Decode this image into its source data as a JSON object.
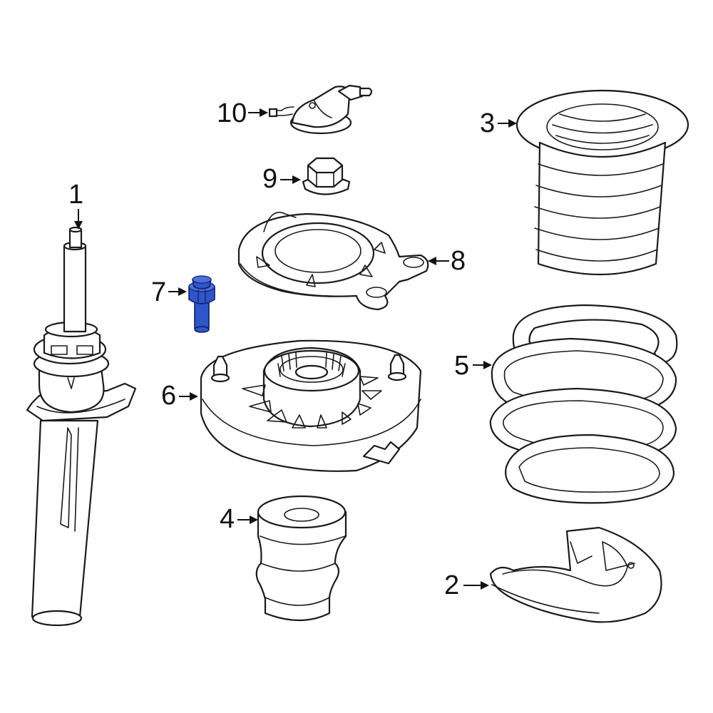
{
  "callouts": [
    {
      "id": "1",
      "label": "1"
    },
    {
      "id": "2",
      "label": "2"
    },
    {
      "id": "3",
      "label": "3"
    },
    {
      "id": "4",
      "label": "4"
    },
    {
      "id": "5",
      "label": "5"
    },
    {
      "id": "6",
      "label": "6"
    },
    {
      "id": "7",
      "label": "7"
    },
    {
      "id": "8",
      "label": "8"
    },
    {
      "id": "9",
      "label": "9"
    },
    {
      "id": "10",
      "label": "10"
    }
  ],
  "highlight_color": "#2f55c9",
  "highlighted_part": "7"
}
